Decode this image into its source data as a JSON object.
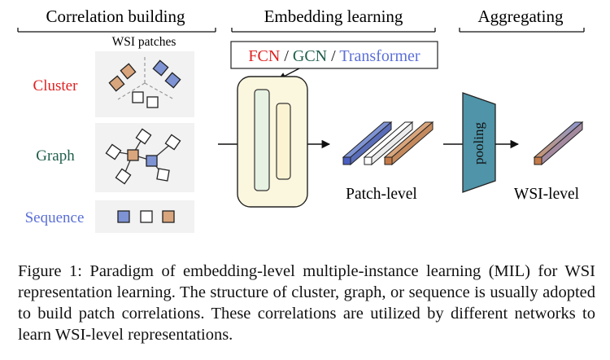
{
  "sections": {
    "correlation": "Correlation building",
    "embedding": "Embedding learning",
    "aggregating": "Aggregating"
  },
  "patches_label": "WSI patches",
  "structures": {
    "cluster": "Cluster",
    "graph": "Graph",
    "sequence": "Sequence"
  },
  "networks": {
    "fcn": "FCN",
    "sep1": " / ",
    "gcn": "GCN",
    "sep2": " / ",
    "transformer": "Transformer"
  },
  "pooling": "pooling",
  "patch_level": "Patch-level",
  "wsi_level": "WSI-level",
  "caption": "Figure 1: Paradigm of embedding-level multiple-instance learning (MIL) for WSI representation learning. The structure of cluster, graph, or sequence is usually adopted to build patch correlations. These correlations are utilized by different networks to learn WSI-level representations.",
  "colors": {
    "red": "#e02020",
    "green": "#1f5e4c",
    "blue": "#5b6fd6",
    "patch_blue": "#7e93d3",
    "patch_orange": "#d9a57c",
    "panel_bg": "#f2f2f2",
    "model_fill": "#fbf6de",
    "inner_green": "#e7f2e2",
    "pool_fill": "#4f94a8"
  }
}
